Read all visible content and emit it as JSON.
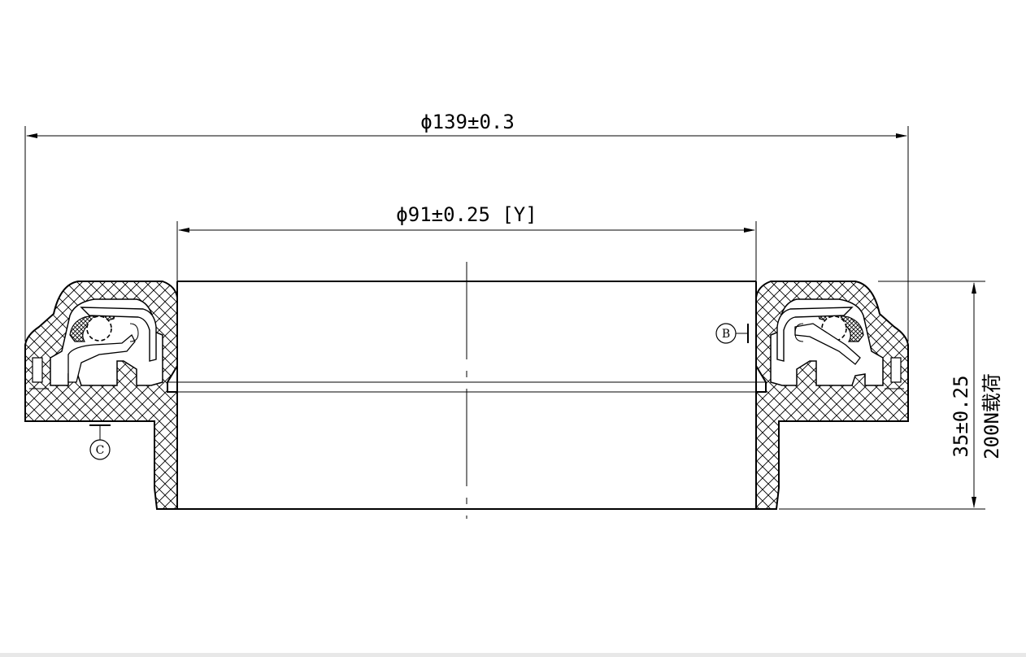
{
  "dimensions": {
    "outer_diameter": "ϕ139±0.3",
    "inner_diameter": "ϕ91±0.25 [Y]",
    "height": "35±0.25",
    "load_note": "200N载荷"
  },
  "callouts": {
    "b": "B",
    "c": "C"
  },
  "colors": {
    "line": "#000000",
    "background": "#ffffff"
  }
}
